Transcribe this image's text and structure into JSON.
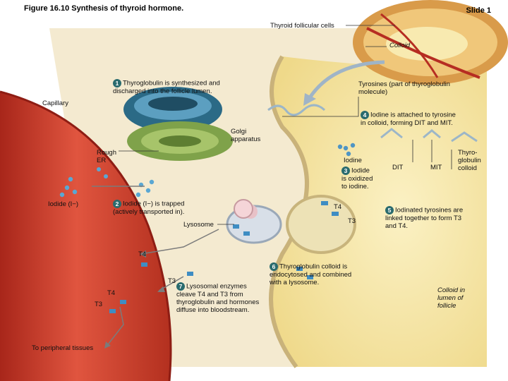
{
  "header": {
    "title": "Figure 16.10  Synthesis of thyroid hormone.",
    "slide": "Slide 1"
  },
  "labels": {
    "follicular_cells": "Thyroid follicular cells",
    "colloid": "Colloid",
    "capillary": "Capillary",
    "golgi": "Golgi\napparatus",
    "rough_er": "Rough\nER",
    "iodide": "Iodide (I−)",
    "lysosome": "Lysosome",
    "tyrosines": "Tyrosines (part of thyroglobulin\nmolecule)",
    "iodine": "Iodine",
    "dit": "DIT",
    "mit": "MIT",
    "thyroglobulin_colloid": "Thyro-\nglobulin\ncolloid",
    "colloid_lumen": "Colloid in\nlumen of\nfollicle",
    "to_peripheral": "To peripheral tissues",
    "t4_a": "T4",
    "t3_a": "T3",
    "t4_b": "T4",
    "t3_b": "T3",
    "t4_c": "T4",
    "t3_c": "T3"
  },
  "steps": [
    {
      "num": "1",
      "text": "Thyroglobulin is synthesized and\ndischarged into the follicle lumen."
    },
    {
      "num": "2",
      "text": "Iodide (I−) is trapped\n(actively transported in)."
    },
    {
      "num": "3",
      "text": "Iodide\nis oxidized\nto iodine."
    },
    {
      "num": "4",
      "text": "Iodine is attached to tyrosine\nin colloid, forming DIT and MIT."
    },
    {
      "num": "5",
      "text": "Iodinated tyrosines are\nlinked together to form T3\nand T4."
    },
    {
      "num": "6",
      "text": "Thyroglobulin colloid is\nendocytosed and combined\nwith a lysosome."
    },
    {
      "num": "7",
      "text": "Lysosomal enzymes\ncleave T4 and T3 from\nthyroglobulin and hormones\ndiffuse into bloodstream."
    }
  ],
  "colors": {
    "capillary": "#c8392b",
    "cell": "#f4e9c8",
    "colloid": "#f6e7a6",
    "nucleus": "#3f7e92",
    "accent": "#2a6b6e"
  }
}
